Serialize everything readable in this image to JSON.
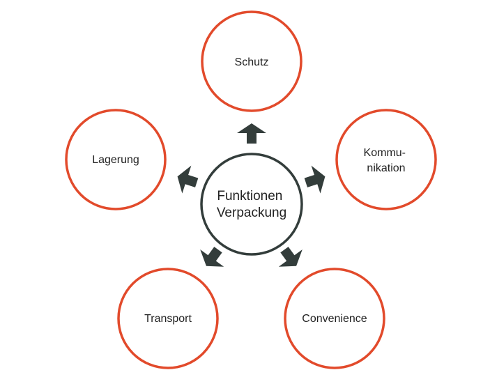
{
  "colors": {
    "outer_ring": "#e24a2b",
    "center_ring": "#333d3b",
    "arrow": "#333d3b",
    "text": "#222222",
    "background": "#ffffff"
  },
  "center": {
    "lines": [
      "Funktionen",
      "Verpackung"
    ]
  },
  "nodes": [
    {
      "id": "schutz",
      "lines": [
        "Schutz"
      ]
    },
    {
      "id": "kommunikation",
      "lines": [
        "Kommu-",
        "nikation"
      ]
    },
    {
      "id": "convenience",
      "lines": [
        "Convenience"
      ]
    },
    {
      "id": "transport",
      "lines": [
        "Transport"
      ]
    },
    {
      "id": "lagerung",
      "lines": [
        "Lagerung"
      ]
    }
  ]
}
